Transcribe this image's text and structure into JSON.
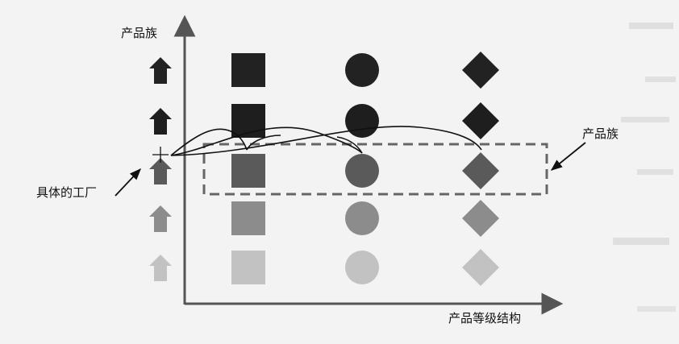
{
  "axes": {
    "y_label": "产品族",
    "x_label": "产品等级结构"
  },
  "annotations": {
    "family_label": "产品族",
    "factory_label": "具体的工厂"
  },
  "shades": [
    "#222222",
    "#1e1e1e",
    "#5a5a5a",
    "#8c8c8c",
    "#c2c2c2"
  ],
  "columns": [
    {
      "shape": "arrow-up",
      "name": "factory"
    },
    {
      "shape": "square",
      "name": "product-a"
    },
    {
      "shape": "circle",
      "name": "product-b"
    },
    {
      "shape": "diamond",
      "name": "product-c"
    }
  ],
  "highlighted_row": 3,
  "colors": {
    "axis": "#555555",
    "dashed_box": "#666666",
    "curve": "#111111",
    "background": "#f3f3f3"
  }
}
